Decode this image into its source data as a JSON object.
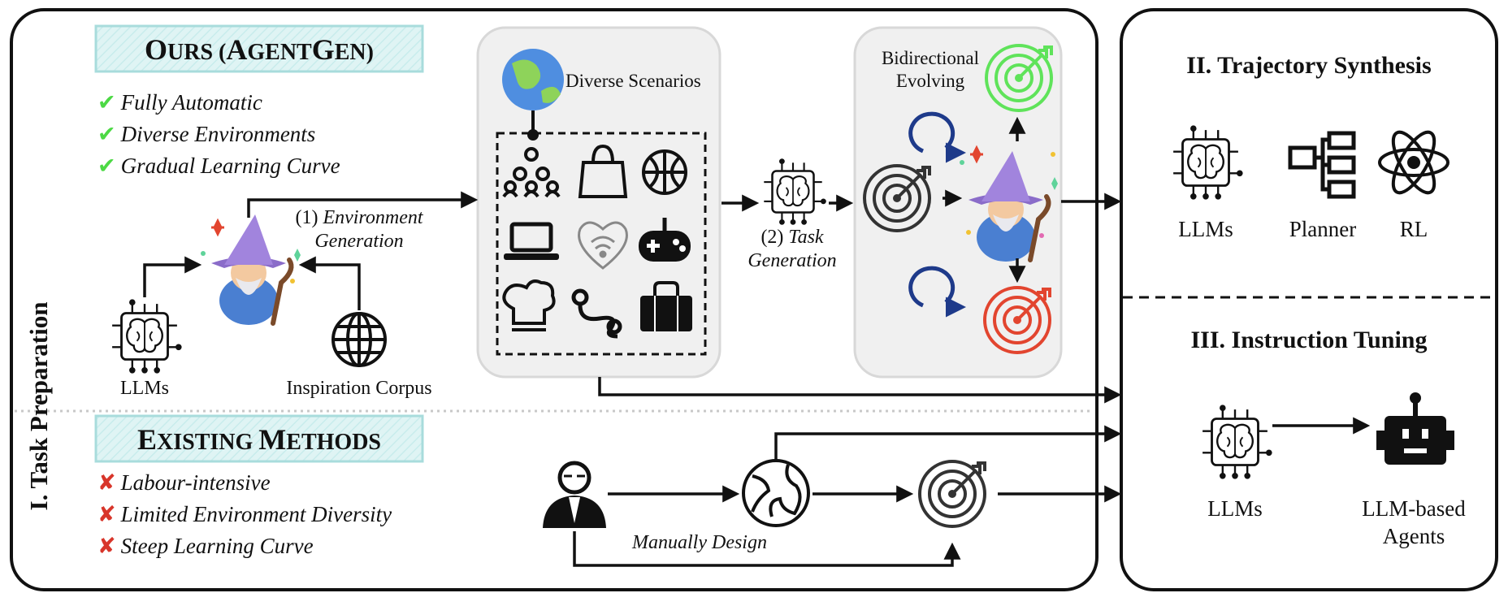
{
  "title_ours": {
    "prefix": "O",
    "rest": "URS (",
    "p2": "A",
    "p3": "GENT",
    "p4": "G",
    "p5": "EN)"
  },
  "title_existing": {
    "p1": "E",
    "p2": "XISTING ",
    "p3": "M",
    "p4": "ETHODS"
  },
  "side_label": "I. Task Preparation",
  "ours_features": [
    "Fully Automatic",
    "Diverse Environments",
    "Gradual Learning Curve"
  ],
  "existing_features": [
    "Labour-intensive",
    "Limited Environment Diversity",
    "Steep Learning Curve"
  ],
  "step1": {
    "num": "(1)",
    "l1": "Environment",
    "l2": "Generation"
  },
  "step2": {
    "num": "(2)",
    "l1": "Task",
    "l2": "Generation"
  },
  "labels": {
    "llms_left": "LLMs",
    "inspiration": "Inspiration Corpus",
    "diverse": "Diverse Scenarios",
    "bidirectional": "Bidirectional",
    "evolving": "Evolving",
    "manual": "Manually Design"
  },
  "section2": {
    "title": "II. Trajectory Synthesis",
    "items": [
      "LLMs",
      "Planner",
      "RL"
    ]
  },
  "section3": {
    "title": "III. Instruction Tuning",
    "items": [
      "LLMs",
      "LLM-based",
      "Agents"
    ]
  },
  "colors": {
    "title_bg": "#dff4f4",
    "title_border": "#a8dcdc",
    "panel_bg": "#f0f0f0",
    "check": "#4cd944",
    "cross": "#d8352a",
    "target_green": "#5fe35a",
    "target_red": "#e2452f",
    "loop_blue": "#1e3a8a",
    "hat": "#9b7fd6"
  }
}
